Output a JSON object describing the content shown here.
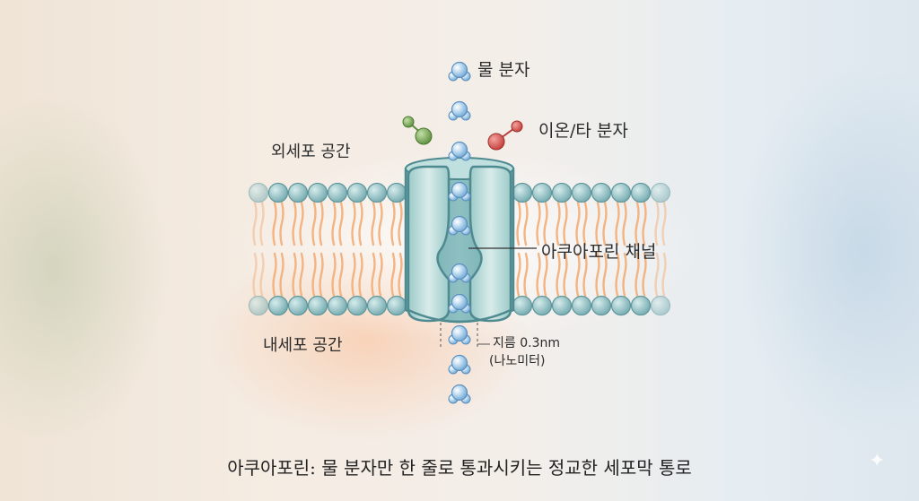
{
  "labels": {
    "water": "물 분자",
    "ion": "이온/타 분자",
    "extracellular": "외세포 공간",
    "intracellular": "내세포 공간",
    "channel": "아쿠아포린 채널",
    "diameter_line1": "지름 0.3nm",
    "diameter_line2": "(나노미터)"
  },
  "caption": "아쿠아포린: 물 분자만 한 줄로 통과시키는 정교한 세포막 통로",
  "icons": {
    "sparkle": "sparkle-icon"
  },
  "colors": {
    "water": "#a9cde8",
    "head": "#8cbcc0",
    "tail": "#f2b483",
    "channel": "#cfe6e4",
    "ion_red": "#d9534f",
    "ion_green": "#7bab5a"
  }
}
